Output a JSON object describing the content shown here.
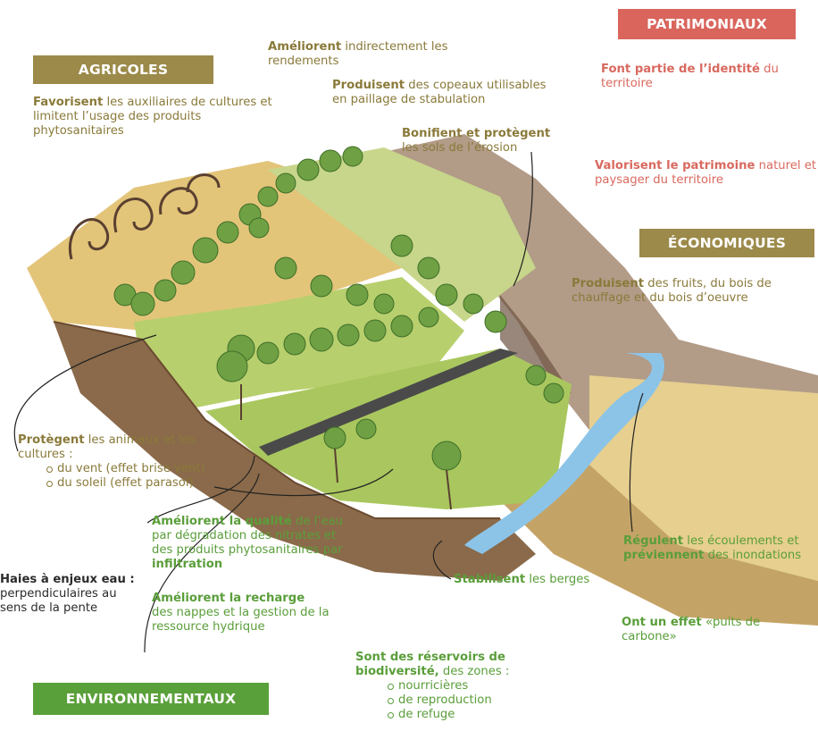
{
  "banners": {
    "agricoles": "AGRICOLES",
    "patrimoniaux": "PATRIMONIAUX",
    "economiques": "ÉCONOMIQUES",
    "environnementaux": "ENVIRONNEMENTAUX"
  },
  "agricoles": {
    "favorisent_bold": "Favorisent",
    "favorisent_text": " les auxiliaires de cultures et limitent l’usage des produits phytosanitaires",
    "ameliorent_bold": "Améliorent",
    "ameliorent_text": " indirectement les rendements",
    "produisent_bold": "Produisent",
    "produisent_text": " des copeaux utilisables en paillage de stabulation",
    "bonifient_bold": "Bonifient et protègent",
    "bonifient_text": "les sols de l’érosion",
    "protegent_bold": "Protègent",
    "protegent_text": " les animaux et les cultures :",
    "protegent_items": [
      "du vent (effet brise vent)",
      "du soleil (effet parasol)"
    ]
  },
  "patrimoniaux": {
    "font_partie_bold": "Font partie de l’identité",
    "font_partie_text": " du territoire",
    "valorisent_bold": "Valorisent le patrimoine",
    "valorisent_text": " naturel et paysager du territoire"
  },
  "economiques": {
    "produisent_bold": "Produisent",
    "produisent_text": " des fruits, du bois de chauffage et du bois d’oeuvre"
  },
  "environnementaux": {
    "qualite_bold": "Améliorent la qualité",
    "qualite_text": " de l’eau par dégradation des nitrates et des produits phytosanitaires par ",
    "qualite_bold2": "infiltration",
    "recharge_bold": "Améliorent  la recharge",
    "recharge_text": "des nappes et la gestion de la ressource hydrique",
    "stabilisent_bold": "Stabilisent",
    "stabilisent_text": " les berges",
    "regulent_bold": "Régulent",
    "regulent_text": " les écoulements et ",
    "previennent_bold": "préviennent",
    "previennent_text": " des inondations",
    "puits_bold": "Ont un effet",
    "puits_text": " «puits de carbone»",
    "reservoirs_bold": "Sont des réservoirs de biodiversité,",
    "reservoirs_text": " des zones :",
    "reservoirs_items": [
      "nourricières",
      "de reproduction",
      "de refuge"
    ]
  },
  "haies": {
    "title": "Haies à enjeux eau :",
    "text": "perpendiculaires au sens de la pente"
  }
}
